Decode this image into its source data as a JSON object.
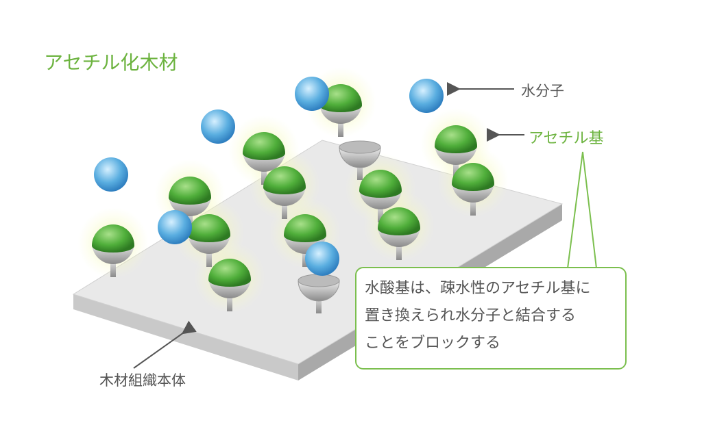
{
  "title": "アセチル化木材",
  "labels": {
    "water_molecule": "水分子",
    "acetyl_group": "アセチル基",
    "wood_body": "木材組織本体"
  },
  "callout": {
    "lines": [
      "水酸基は、疎水性のアセチル基に",
      "置き換えられ水分子と結合する",
      "ことをブロックする"
    ]
  },
  "colors": {
    "accent_green": "#6cb33f",
    "water_blue": "#5aaee0",
    "text": "#555555"
  }
}
